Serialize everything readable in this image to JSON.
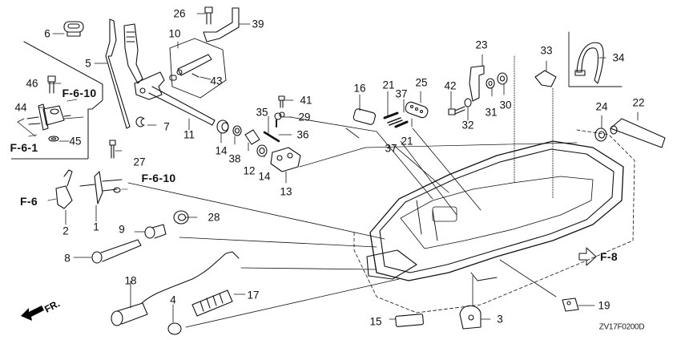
{
  "diagram": {
    "type": "exploded-parts-diagram",
    "code": "ZV17F0200D",
    "direction_label": "FR.",
    "colors": {
      "ink": "#111111",
      "background": "#ffffff"
    },
    "parts": [
      {
        "id": "p1",
        "number": "1"
      },
      {
        "id": "p2",
        "number": "2"
      },
      {
        "id": "p3",
        "number": "3"
      },
      {
        "id": "p4",
        "number": "4"
      },
      {
        "id": "p5",
        "number": "5"
      },
      {
        "id": "p6",
        "number": "6"
      },
      {
        "id": "p7",
        "number": "7"
      },
      {
        "id": "p8",
        "number": "8"
      },
      {
        "id": "p9",
        "number": "9"
      },
      {
        "id": "p10",
        "number": "10"
      },
      {
        "id": "p11",
        "number": "11"
      },
      {
        "id": "p12",
        "number": "12"
      },
      {
        "id": "p13",
        "number": "13"
      },
      {
        "id": "p14a",
        "number": "14"
      },
      {
        "id": "p14b",
        "number": "14"
      },
      {
        "id": "p15",
        "number": "15"
      },
      {
        "id": "p16",
        "number": "16"
      },
      {
        "id": "p17",
        "number": "17"
      },
      {
        "id": "p18",
        "number": "18"
      },
      {
        "id": "p19",
        "number": "19"
      },
      {
        "id": "p21a",
        "number": "21"
      },
      {
        "id": "p21b",
        "number": "21"
      },
      {
        "id": "p22",
        "number": "22"
      },
      {
        "id": "p23",
        "number": "23"
      },
      {
        "id": "p24",
        "number": "24"
      },
      {
        "id": "p25",
        "number": "25"
      },
      {
        "id": "p26",
        "number": "26"
      },
      {
        "id": "p27",
        "number": "27"
      },
      {
        "id": "p28",
        "number": "28"
      },
      {
        "id": "p29",
        "number": "29"
      },
      {
        "id": "p30",
        "number": "30"
      },
      {
        "id": "p31",
        "number": "31"
      },
      {
        "id": "p32",
        "number": "32"
      },
      {
        "id": "p33",
        "number": "33"
      },
      {
        "id": "p34",
        "number": "34"
      },
      {
        "id": "p35",
        "number": "35"
      },
      {
        "id": "p36",
        "number": "36"
      },
      {
        "id": "p37a",
        "number": "37"
      },
      {
        "id": "p37b",
        "number": "37"
      },
      {
        "id": "p37c",
        "number": "37"
      },
      {
        "id": "p38",
        "number": "38"
      },
      {
        "id": "p39",
        "number": "39"
      },
      {
        "id": "p41",
        "number": "41"
      },
      {
        "id": "p42",
        "number": "42"
      },
      {
        "id": "p43",
        "number": "43"
      },
      {
        "id": "p44",
        "number": "44"
      },
      {
        "id": "p45",
        "number": "45"
      },
      {
        "id": "p46",
        "number": "46"
      }
    ],
    "references": [
      {
        "id": "r1",
        "label": "F-6-10"
      },
      {
        "id": "r2",
        "label": "F-6-1"
      },
      {
        "id": "r3",
        "label": "F-6-10"
      },
      {
        "id": "r4",
        "label": "F-6"
      },
      {
        "id": "r5",
        "label": "F-8"
      }
    ]
  }
}
